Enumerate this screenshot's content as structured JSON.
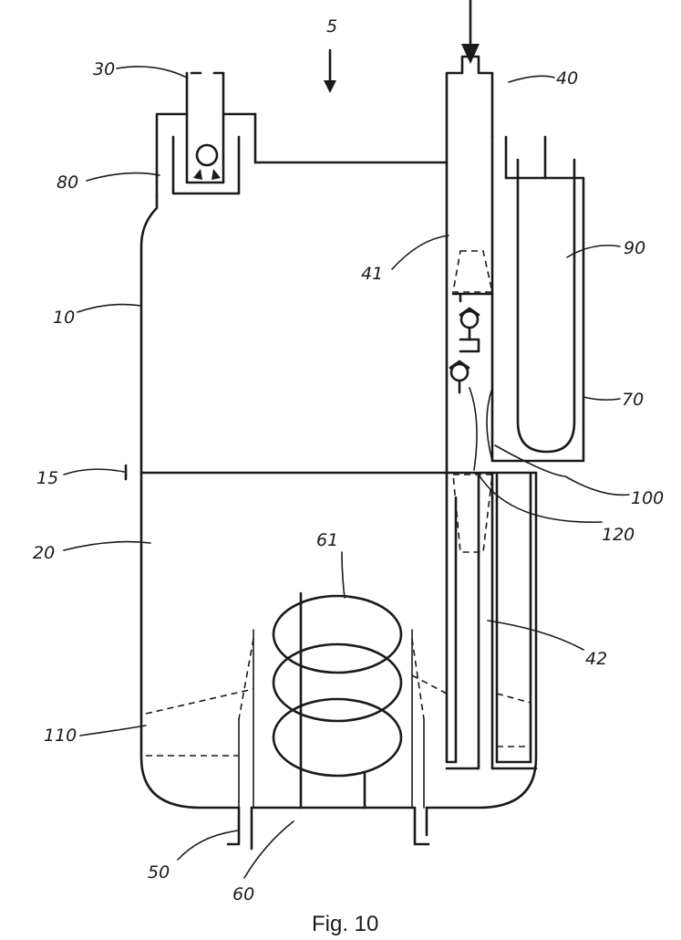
{
  "figure": {
    "caption": "Fig. 10",
    "labels": {
      "l5": "5",
      "l30": "30",
      "l40": "40",
      "l80": "80",
      "l90": "90",
      "l41": "41",
      "l10": "10",
      "l70": "70",
      "l15": "15",
      "l100": "100",
      "l120": "120",
      "l20": "20",
      "l61": "61",
      "l42": "42",
      "l110": "110",
      "l50": "50",
      "l60": "60"
    }
  }
}
